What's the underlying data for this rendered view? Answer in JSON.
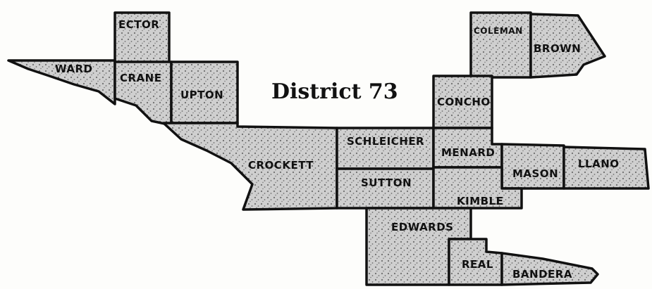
{
  "map": {
    "title": "District 73",
    "counties": [
      {
        "id": "ector",
        "label": "ECTOR"
      },
      {
        "id": "ward",
        "label": "WARD"
      },
      {
        "id": "crane",
        "label": "CRANE"
      },
      {
        "id": "upton",
        "label": "UPTON"
      },
      {
        "id": "crockett",
        "label": "CROCKETT"
      },
      {
        "id": "schleicher",
        "label": "SCHLEICHER"
      },
      {
        "id": "sutton",
        "label": "SUTTON"
      },
      {
        "id": "coleman",
        "label": "COLEMAN"
      },
      {
        "id": "brown",
        "label": "BROWN"
      },
      {
        "id": "concho",
        "label": "CONCHO"
      },
      {
        "id": "menard",
        "label": "MENARD"
      },
      {
        "id": "mason",
        "label": "MASON"
      },
      {
        "id": "llano",
        "label": "LLANO"
      },
      {
        "id": "kimble",
        "label": "KIMBLE"
      },
      {
        "id": "edwards",
        "label": "EDWARDS"
      },
      {
        "id": "real",
        "label": "REAL"
      },
      {
        "id": "bandera",
        "label": "BANDERA"
      }
    ],
    "colors": {
      "fill": "#cfcfcf",
      "border": "#111111",
      "background": "#fdfdfb"
    }
  }
}
